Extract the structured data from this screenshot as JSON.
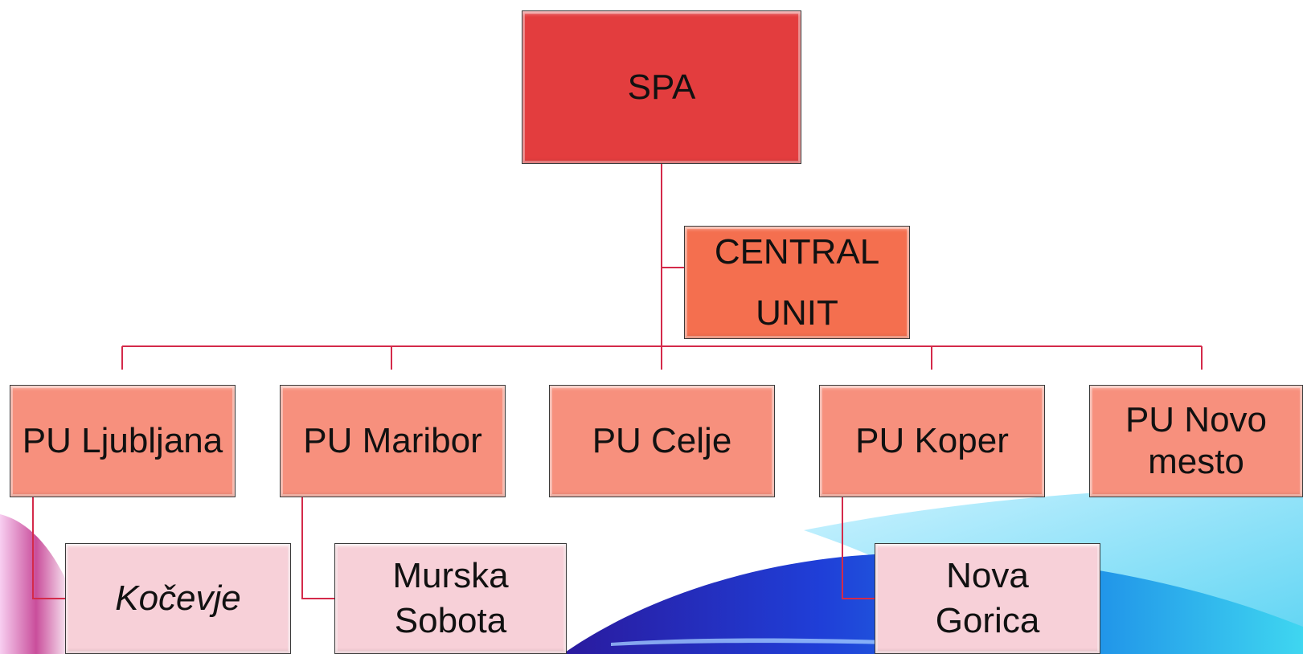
{
  "colors": {
    "line": "#d42a4a",
    "root_fill": "#e33d3e",
    "central_fill": "#f46f4f",
    "pu_fill": "#f7907d",
    "sub_fill": "#f7d0d8"
  },
  "root": {
    "label": "SPA"
  },
  "central": {
    "line1": "CENTRAL",
    "line2": "UNIT"
  },
  "units": [
    {
      "label": "PU Ljubljana"
    },
    {
      "label": "PU Maribor"
    },
    {
      "label": "PU Celje"
    },
    {
      "label": "PU Koper"
    },
    {
      "line1": "PU Novo",
      "line2": "mesto"
    }
  ],
  "subunits": [
    {
      "parent": "PU Ljubljana",
      "label": "Kočevje"
    },
    {
      "parent": "PU Maribor",
      "line1": "Murska",
      "line2": "Sobota"
    },
    {
      "parent": "PU Koper",
      "line1": "Nova",
      "line2": "Gorica"
    }
  ]
}
